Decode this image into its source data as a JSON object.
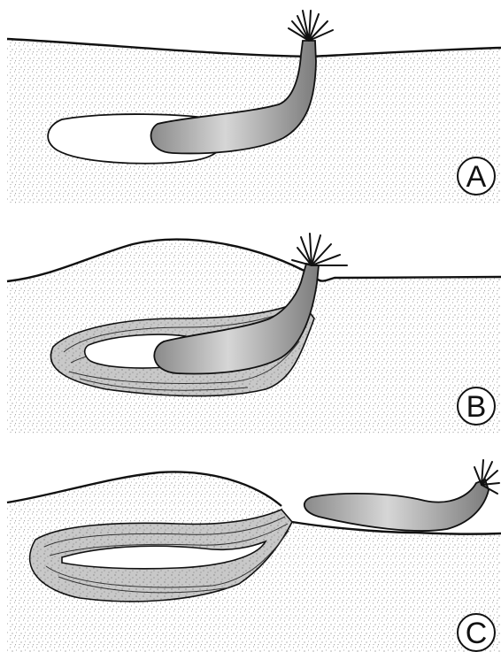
{
  "panels": [
    {
      "id": "A",
      "label": "A"
    },
    {
      "id": "B",
      "label": "B"
    },
    {
      "id": "C",
      "label": "C"
    }
  ],
  "colors": {
    "sediment_fill": "#ffffff",
    "sediment_stipple": "#7a7a7a",
    "body_gray_light": "#dcdcdc",
    "body_gray_dark": "#7c7c7c",
    "infill_gray": "#c8c8c8",
    "outline": "#111111"
  }
}
